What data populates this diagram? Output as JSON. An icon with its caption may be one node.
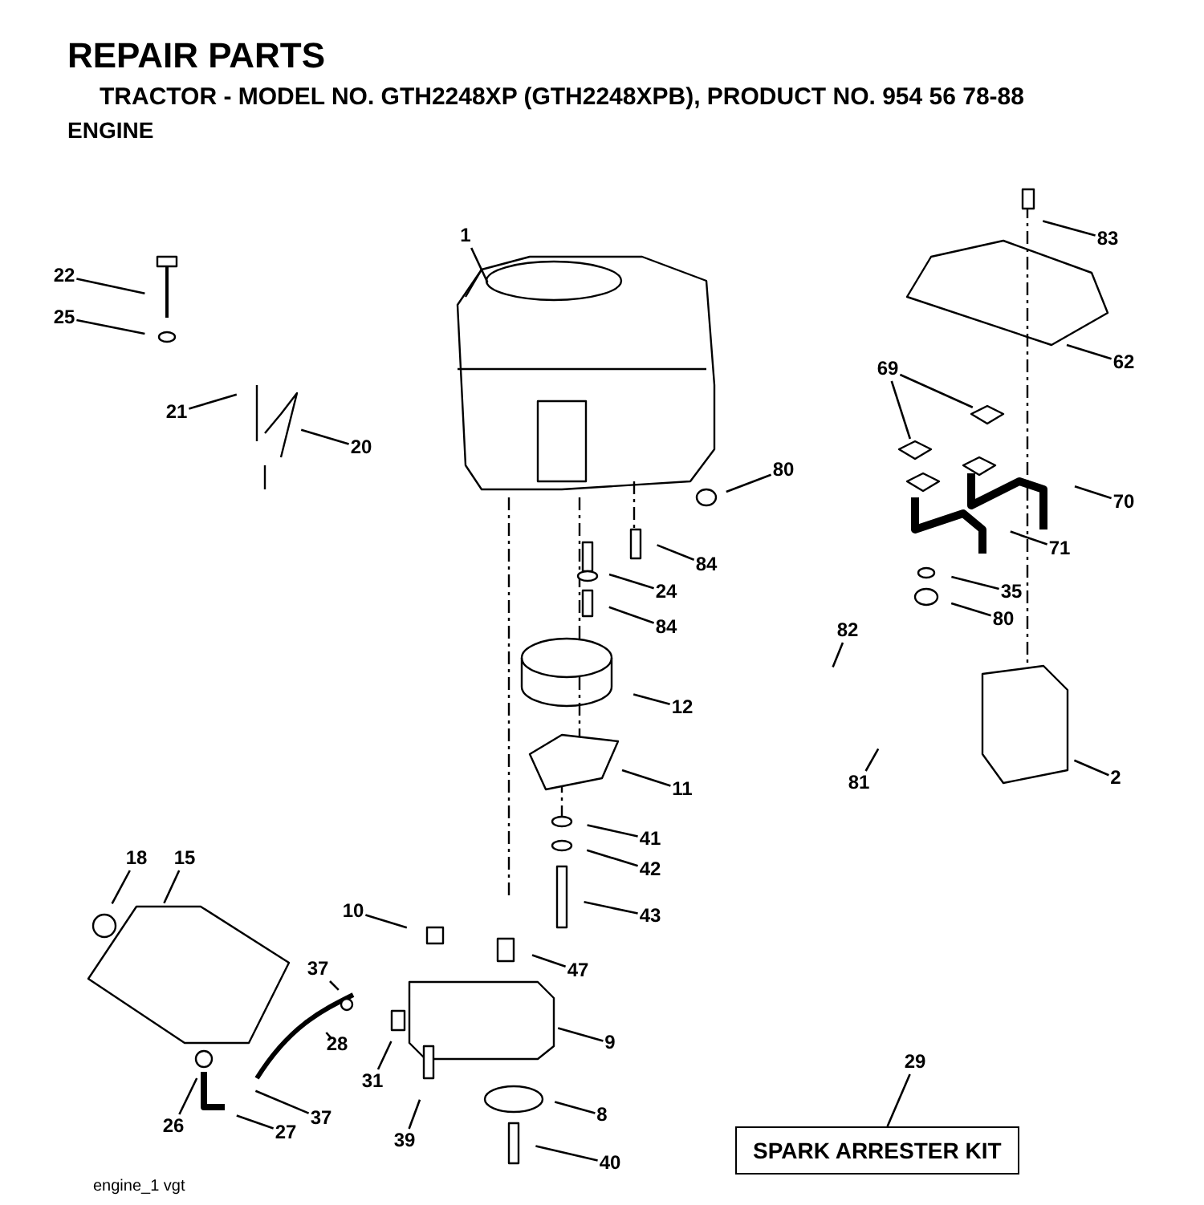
{
  "diagram": {
    "title": "REPAIR PARTS",
    "nodes": [
      {
        "text": [
          "1"
        ]
      },
      {
        "text": [
          "83"
        ]
      },
      {
        "text": [
          "22"
        ]
      },
      {
        "text": [
          "25"
        ]
      },
      {
        "text": [
          "69"
        ]
      },
      {
        "text": [
          "62"
        ]
      },
      {
        "text": [
          "21"
        ]
      },
      {
        "text": [
          "20"
        ]
      },
      {
        "text": [
          "80"
        ]
      },
      {
        "text": [
          "70"
        ]
      },
      {
        "text": [
          "71"
        ]
      },
      {
        "text": [
          "84"
        ]
      },
      {
        "text": [
          "24"
        ]
      },
      {
        "text": [
          "35"
        ]
      },
      {
        "text": [
          "80"
        ]
      },
      {
        "text": [
          "84"
        ]
      },
      {
        "text": [
          "82"
        ]
      },
      {
        "text": [
          "12"
        ]
      },
      {
        "text": [
          "11"
        ]
      },
      {
        "text": [
          "2"
        ]
      },
      {
        "text": [
          "81"
        ]
      },
      {
        "text": [
          "41"
        ]
      },
      {
        "text": [
          "42"
        ]
      },
      {
        "text": [
          "43"
        ]
      },
      {
        "text": [
          "18"
        ]
      },
      {
        "text": [
          "15"
        ]
      },
      {
        "text": [
          "10"
        ]
      },
      {
        "text": [
          "37"
        ]
      },
      {
        "text": [
          "47"
        ]
      },
      {
        "text": [
          "28"
        ]
      },
      {
        "text": [
          "9"
        ]
      },
      {
        "text": [
          "31"
        ]
      },
      {
        "text": [
          "37"
        ]
      },
      {
        "text": [
          "26"
        ]
      },
      {
        "text": [
          "27"
        ]
      },
      {
        "text": [
          "39"
        ]
      },
      {
        "text": [
          "8"
        ]
      },
      {
        "text": [
          "29"
        ]
      },
      {
        "text": [
          "40"
        ]
      },
      {
        "text": [
          "SPARK ARRESTER KIT"
        ]
      }
    ],
    "edges": [
      {
        "from": 0,
        "to": null,
        "arrow": "none"
      },
      {
        "from": 1,
        "to": null,
        "arrow": "none"
      },
      {
        "from": 2,
        "to": null,
        "arrow": "none"
      },
      {
        "from": 3,
        "to": null,
        "arrow": "none"
      },
      {
        "from": 4,
        "to": null,
        "arrow": "none"
      },
      {
        "from": 4,
        "to": null,
        "arrow": "none"
      },
      {
        "from": 5,
        "to": null,
        "arrow": "none"
      },
      {
        "from": 6,
        "to": null,
        "arrow": "none"
      },
      {
        "from": 7,
        "to": null,
        "arrow": "none"
      },
      {
        "from": 8,
        "to": null,
        "arrow": "none"
      },
      {
        "from": 9,
        "to": null,
        "arrow": "none"
      },
      {
        "from": 10,
        "to": null,
        "arrow": "none"
      },
      {
        "from": 11,
        "to": null,
        "arrow": "none"
      },
      {
        "from": 12,
        "to": null,
        "arrow": "none"
      },
      {
        "from": 13,
        "to": null,
        "arrow": "none"
      },
      {
        "from": 14,
        "to": null,
        "arrow": "none"
      },
      {
        "from": 15,
        "to": null,
        "arrow": "none"
      },
      {
        "from": 16,
        "to": null,
        "arrow": "none"
      },
      {
        "from": 17,
        "to": null,
        "arrow": "none"
      },
      {
        "from": 18,
        "to": null,
        "arrow": "none"
      },
      {
        "from": 19,
        "to": null,
        "arrow": "none"
      },
      {
        "from": 20,
        "to": null,
        "arrow": "none"
      },
      {
        "from": 21,
        "to": null,
        "arrow": "none"
      },
      {
        "from": 22,
        "to": null,
        "arrow": "none"
      },
      {
        "from": 23,
        "to": null,
        "arrow": "none"
      },
      {
        "from": 24,
        "to": null,
        "arrow": "none"
      },
      {
        "from": 25,
        "to": null,
        "arrow": "none"
      },
      {
        "from": 26,
        "to": null,
        "arrow": "none"
      },
      {
        "from": 27,
        "to": null,
        "arrow": "none"
      },
      {
        "from": 28,
        "to": null,
        "arrow": "none"
      },
      {
        "from": 29,
        "to": null,
        "arrow": "none"
      },
      {
        "from": 30,
        "to": null,
        "arrow": "none"
      },
      {
        "from": 31,
        "to": null,
        "arrow": "none"
      },
      {
        "from": 32,
        "to": null,
        "arrow": "none"
      },
      {
        "from": 33,
        "to": null,
        "arrow": "none"
      },
      {
        "from": 34,
        "to": null,
        "arrow": "none"
      },
      {
        "from": 35,
        "to": null,
        "arrow": "none"
      },
      {
        "from": 36,
        "to": null,
        "arrow": "none"
      },
      {
        "from": 37,
        "to": 39,
        "arrow": "none"
      },
      {
        "from": 38,
        "to": null,
        "arrow": "none"
      }
    ],
    "labels": [
      "TRACTOR - MODEL NO. GTH2248XP (GTH2248XPB), PRODUCT NO. 954 56 78-88",
      "ENGINE",
      "engine_1 vgt"
    ]
  }
}
